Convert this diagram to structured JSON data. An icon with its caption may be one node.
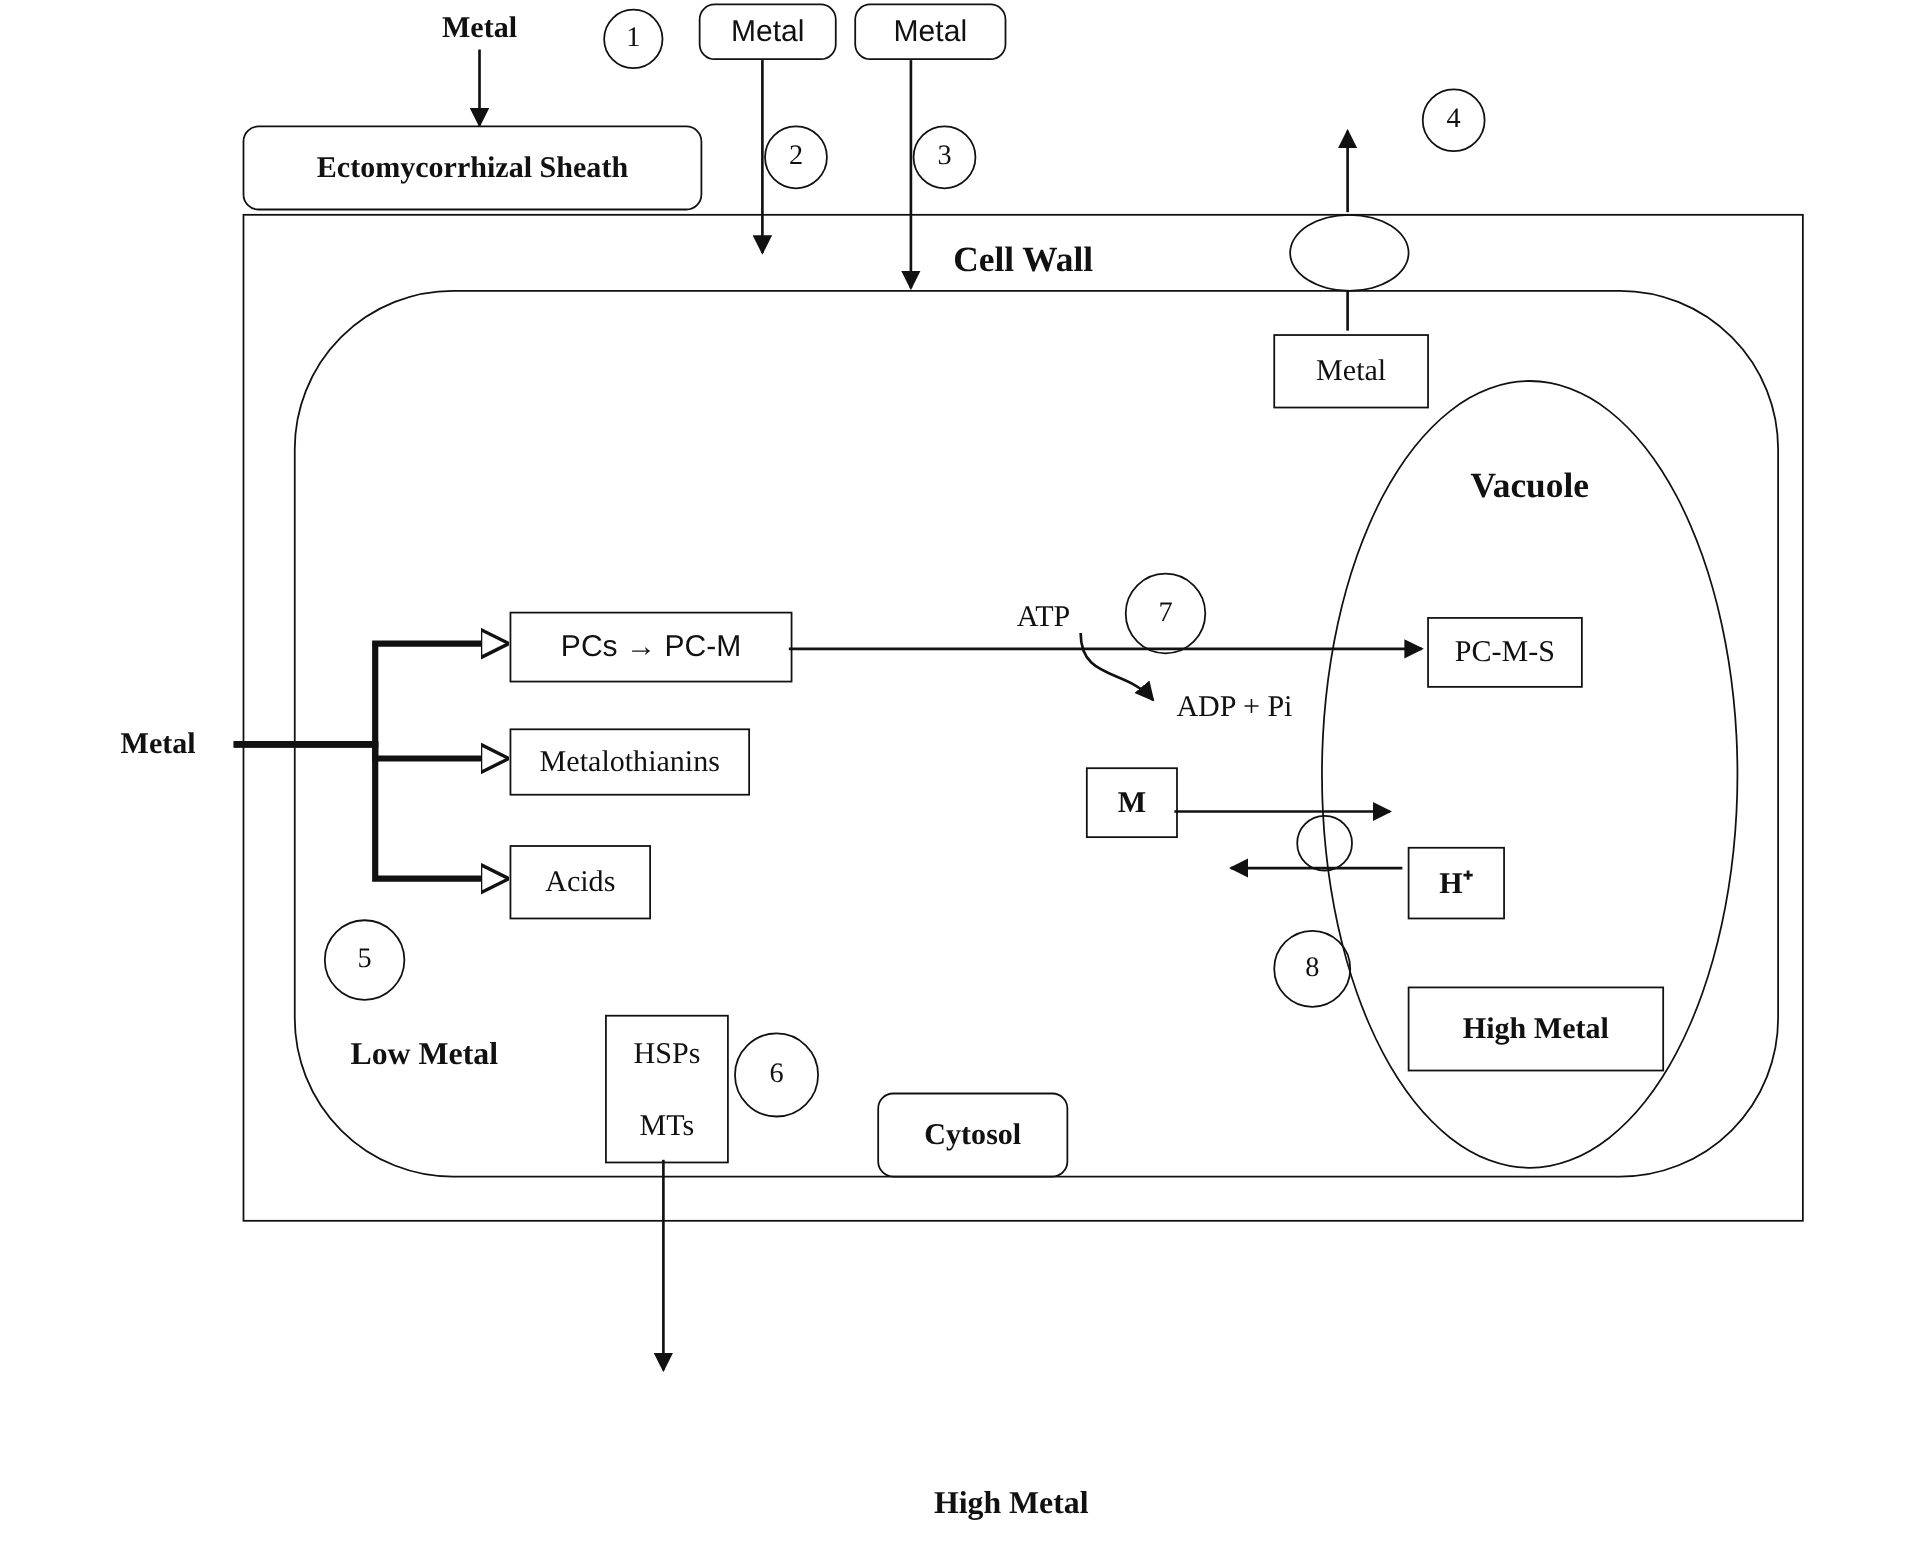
{
  "diagram": {
    "nodes": [
      {
        "text": [
          "Metal"
        ]
      },
      {
        "text": [
          "1"
        ]
      },
      {
        "text": [
          "Metal"
        ]
      },
      {
        "text": [
          "Metal"
        ]
      },
      {
        "text": [
          "2"
        ]
      },
      {
        "text": [
          "3"
        ]
      },
      {
        "text": [
          "4"
        ]
      },
      {
        "text": [
          "Ectomycorrhizal Sheath"
        ]
      },
      {
        "text": [
          "Cell Wall"
        ]
      },
      {
        "text": [],
        "shape": "circle",
        "in": 8
      },
      {
        "text": [],
        "shape": "box",
        "in": 8
      },
      {
        "text": [
          "Metal"
        ],
        "in": 10
      },
      {
        "text": [
          "Vacuole"
        ],
        "in": 10
      },
      {
        "text": [
          "Metal"
        ]
      },
      {
        "text": [
          "PCs → PC-M"
        ],
        "in": 10
      },
      {
        "text": [
          "ATP"
        ],
        "in": 10
      },
      {
        "text": [
          "7"
        ],
        "in": 10
      },
      {
        "text": [
          "PC-M-S"
        ],
        "in": 12
      },
      {
        "text": [
          "ADP + Pi"
        ],
        "in": 10
      },
      {
        "text": [
          "Metalothianins"
        ],
        "in": 10
      },
      {
        "text": [
          "M"
        ],
        "in": 10
      },
      {
        "text": [],
        "shape": "circle",
        "in": 10
      },
      {
        "text": [
          "H⁺"
        ],
        "in": 12
      },
      {
        "text": [
          "8"
        ],
        "in": 10
      },
      {
        "text": [
          "Acids"
        ],
        "in": 10
      },
      {
        "text": [
          "5"
        ],
        "in": 10
      },
      {
        "text": [
          "HSPs",
          "MTs"
        ],
        "in": 10
      },
      {
        "text": [
          "6"
        ],
        "in": 10
      },
      {
        "text": [
          "High Metal"
        ],
        "in": 12
      },
      {
        "text": [
          "Cytosol"
        ],
        "in": 10
      }
    ],
    "edges": [
      {
        "from": 0,
        "to": 7,
        "arrow": "to"
      },
      {
        "from": 2,
        "to": 8,
        "arrow": "to"
      },
      {
        "from": 3,
        "to": 10,
        "arrow": "to"
      },
      {
        "from": 11,
        "to": 9,
        "arrow": "none"
      },
      {
        "from": 9,
        "to": null,
        "arrow": "to"
      },
      {
        "from": 13,
        "to": 14,
        "arrow": "to",
        "style": "thick"
      },
      {
        "from": 13,
        "to": 19,
        "arrow": "to",
        "style": "thick"
      },
      {
        "from": 13,
        "to": 24,
        "arrow": "to",
        "style": "thick"
      },
      {
        "from": 14,
        "to": 17,
        "arrow": "to"
      },
      {
        "from": 15,
        "to": 18,
        "arrow": "to"
      },
      {
        "from": 20,
        "to": 21,
        "arrow": "none"
      },
      {
        "from": 21,
        "to": null,
        "arrow": "to"
      },
      {
        "from": 22,
        "to": 21,
        "arrow": "none"
      },
      {
        "from": 21,
        "to": null,
        "arrow": "to"
      },
      {
        "from": 26,
        "to": null,
        "arrow": "to"
      }
    ],
    "labels": [
      "Low Metal",
      "High Metal"
    ]
  }
}
